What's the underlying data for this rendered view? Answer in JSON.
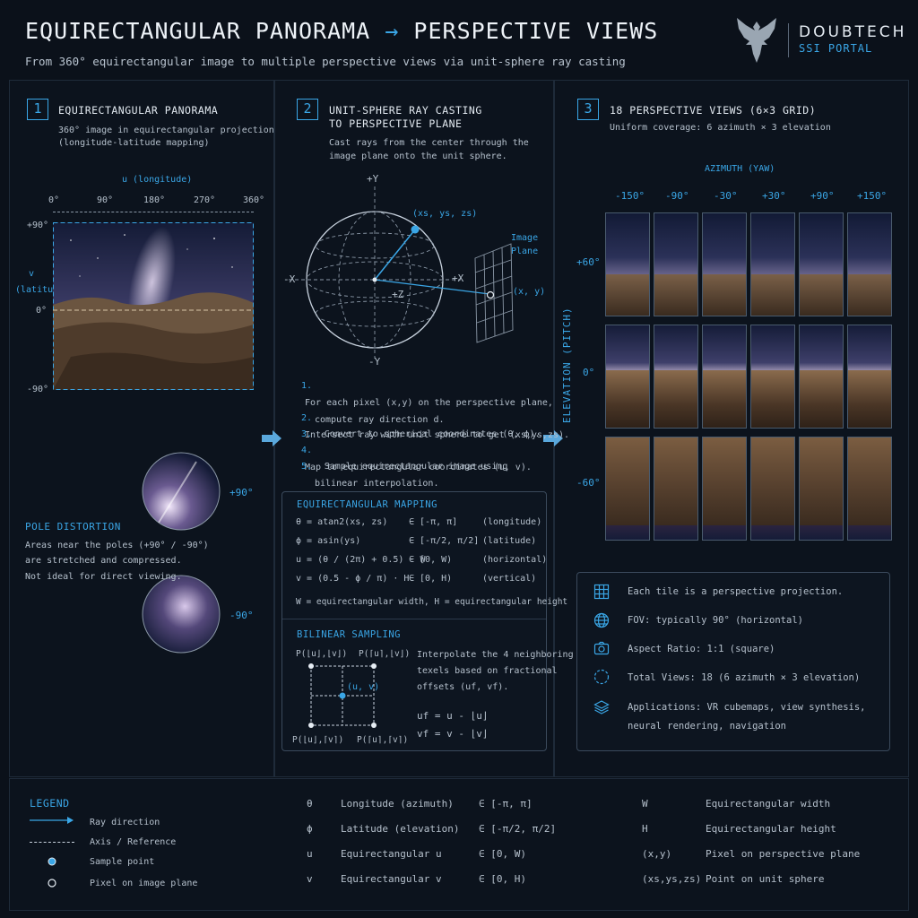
{
  "header": {
    "title_left": "EQUIRECTANGULAR PANORAMA",
    "title_arrow": "→",
    "title_right": "PERSPECTIVE VIEWS",
    "subtitle": "From 360° equirectangular image to multiple perspective views via unit-sphere ray casting",
    "brand_name": "DOUBTECH",
    "brand_sub": "SSI PORTAL"
  },
  "panel1": {
    "number": "1",
    "title": "EQUIRECTANGULAR PANORAMA",
    "desc_line1": "360° image in equirectangular projection",
    "desc_line2": "(longitude-latitude mapping)",
    "u_label": "u (longitude)",
    "u_ticks": [
      "0°",
      "90°",
      "180°",
      "270°",
      "360°"
    ],
    "v_label": "v",
    "v_label2": "(latitude)",
    "v_ticks": [
      "+90°",
      "0°",
      "-90°"
    ],
    "pole_top_label": "+90°",
    "pole_bottom_label": "-90°",
    "pole_title": "POLE DISTORTION",
    "pole_line1": "Areas near the poles (+90° / -90°)",
    "pole_line2": "are stretched and compressed.",
    "pole_line3": "Not ideal for direct viewing."
  },
  "panel2": {
    "number": "2",
    "title_line1": "UNIT-SPHERE RAY CASTING",
    "title_line2": "TO PERSPECTIVE PLANE",
    "desc_line1": "Cast rays from the center through the",
    "desc_line2": "image plane onto the unit sphere.",
    "axis_py": "+Y",
    "axis_ny": "-Y",
    "axis_px": "+X",
    "axis_nx": "-X",
    "axis_pz": "+Z",
    "sphere_point": "(xs, ys, zs)",
    "plane_label_1": "Image",
    "plane_label_2": "Plane",
    "plane_point": "(x, y)",
    "steps": [
      {
        "n": "1.",
        "l1": "For each pixel (x,y) on the perspective plane,",
        "l2": "compute ray direction d."
      },
      {
        "n": "2.",
        "l1": "Intersect ray with unit sphere to get (xs,ys,zs).",
        "l2": ""
      },
      {
        "n": "3.",
        "l1": "Convert to spherical coordinates (θ, ϕ).",
        "l2": ""
      },
      {
        "n": "4.",
        "l1": "Map to equirectangular coordinates (u, v).",
        "l2": ""
      },
      {
        "n": "5.",
        "l1": "Sample equirectangular image using",
        "l2": "bilinear interpolation."
      }
    ],
    "mapping_title": "EQUIRECTANGULAR MAPPING",
    "mapping_rows": [
      {
        "f": "θ = atan2(xs, zs)",
        "r": "∈ [-π, π]",
        "n": "(longitude)"
      },
      {
        "f": "ϕ = asin(ys)",
        "r": "∈ [-π/2, π/2]",
        "n": "(latitude)"
      },
      {
        "f": "u = (θ / (2π) + 0.5) · W",
        "r": "∈ [0, W)",
        "n": "(horizontal)"
      },
      {
        "f": "v = (0.5 - ϕ / π) · H",
        "r": "∈ [0, H)",
        "n": "(vertical)"
      }
    ],
    "mapping_note": "W = equirectangular width, H = equirectangular height",
    "bilinear_title": "BILINEAR SAMPLING",
    "p_tl": "P(⌊u⌋,⌊v⌋)",
    "p_tr": "P(⌈u⌉,⌊v⌋)",
    "p_bl": "P(⌊u⌋,⌈v⌉)",
    "p_br": "P(⌈u⌉,⌈v⌉)",
    "center_uv": "(u, v)",
    "interp_l1": "Interpolate the 4 neighboring",
    "interp_l2": "texels based on fractional",
    "interp_l3": "offsets (uf, vf).",
    "uf_eq": "uf = u - ⌊u⌋",
    "vf_eq": "vf = v - ⌊v⌋"
  },
  "panel3": {
    "number": "3",
    "title": "18 PERSPECTIVE VIEWS (6×3 GRID)",
    "desc": "Uniform coverage: 6 azimuth × 3 elevation",
    "azimuth_label": "AZIMUTH (YAW)",
    "azimuths": [
      "-150°",
      "-90°",
      "-30°",
      "+30°",
      "+90°",
      "+150°"
    ],
    "elevation_label": "ELEVATION (PITCH)",
    "elevations": [
      "+60°",
      "0°",
      "-60°"
    ],
    "info": [
      {
        "icon": "grid-icon",
        "text": "Each tile is a perspective projection.",
        "text2": ""
      },
      {
        "icon": "globe-icon",
        "text": "FOV: typically 90° (horizontal)",
        "text2": ""
      },
      {
        "icon": "camera-icon",
        "text": "Aspect Ratio: 1:1 (square)",
        "text2": ""
      },
      {
        "icon": "circle-dashed-icon",
        "text": "Total Views: 18 (6 azimuth × 3 elevation)",
        "text2": ""
      },
      {
        "icon": "layers-icon",
        "text": "Applications: VR cubemaps, view synthesis,",
        "text2": "neural rendering, navigation"
      }
    ]
  },
  "legend": {
    "title": "LEGEND",
    "items": [
      "Ray direction",
      "Axis / Reference",
      "Sample point",
      "Pixel on image plane"
    ],
    "symbols": [
      {
        "sym": "θ",
        "name": "Longitude (azimuth)",
        "range": "∈ [-π, π]"
      },
      {
        "sym": "ϕ",
        "name": "Latitude (elevation)",
        "range": "∈ [-π/2, π/2]"
      },
      {
        "sym": "u",
        "name": "Equirectangular u",
        "range": "∈ [0, W)"
      },
      {
        "sym": "v",
        "name": "Equirectangular v",
        "range": "∈ [0, H)"
      }
    ],
    "extras": [
      {
        "sym": "W",
        "name": "Equirectangular width"
      },
      {
        "sym": "H",
        "name": "Equirectangular height"
      },
      {
        "sym": "(x,y)",
        "name": "Pixel on perspective plane"
      },
      {
        "sym": "(xs,ys,zs)",
        "name": "Point on unit sphere"
      }
    ]
  },
  "colors": {
    "accent": "#3aa6e6",
    "background": "#0b111a"
  }
}
